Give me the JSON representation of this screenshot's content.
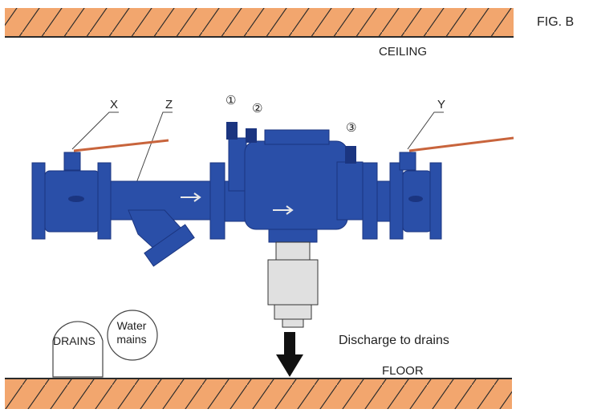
{
  "figure_label": "FIG. B",
  "ceiling_label": "CEILING",
  "floor_label": "FLOOR",
  "discharge_label": "Discharge to drains",
  "callouts": {
    "x": "X",
    "z": "Z",
    "y": "Y",
    "n1": "①",
    "n2": "②",
    "n3": "③"
  },
  "drains_label": "DRAINS",
  "water_mains_label": "Water mains",
  "colors": {
    "valve_body": "#2a4fa8",
    "valve_dark": "#1b3580",
    "handle": "#c8643c",
    "hatch_fill": "#f2a66e",
    "hatch_line": "#2b2b2b",
    "outlet": "#e0e0e0"
  }
}
